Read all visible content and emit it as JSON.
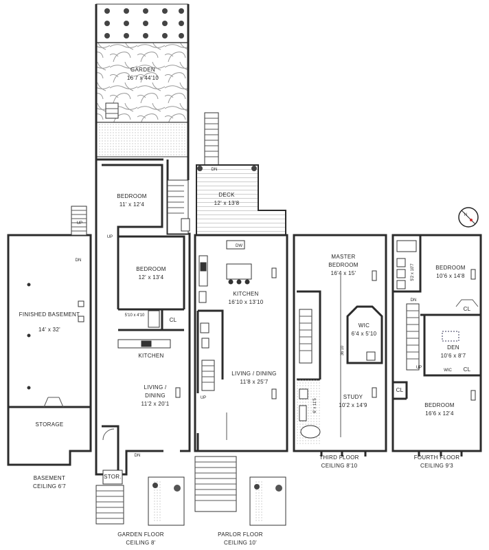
{
  "basement": {
    "finished": {
      "name": "FINISHED BASEMENT",
      "dims": "14' x 32'"
    },
    "storage": "STORAGE",
    "up": "UP",
    "dn": "DN",
    "caption_1": "BASEMENT",
    "caption_2": "CEILING 6'7"
  },
  "garden_floor": {
    "garden": {
      "name": "GARDEN",
      "dims": "16'7 x 44'10"
    },
    "bedroom": {
      "name": "BEDROOM",
      "dims": "11' x 12'4"
    },
    "bedroom2": {
      "name": "BEDROOM",
      "dims": "12' x 13'4"
    },
    "bath_dims": "5'10 x 4'10",
    "closet": "CL",
    "kitchen": "KITCHEN",
    "living": {
      "name_1": "LIVING /",
      "name_2": "DINING",
      "dims": "11'2 x 20'1"
    },
    "stor": "STOR.",
    "up": "UP",
    "dn": "DN",
    "caption_1": "GARDEN FLOOR",
    "caption_2": "CEILING 8'"
  },
  "parlor_floor": {
    "deck": {
      "name": "DECK",
      "dims": "12' x 13'8"
    },
    "kitchen": {
      "name": "KITCHEN",
      "dims": "16'10 x 13'10"
    },
    "living": {
      "name": "LIVING / DINING",
      "dims": "11'8 x 25'7"
    },
    "dw": "DW",
    "dn": "DN",
    "up": "UP",
    "caption_1": "PARLOR FLOOR",
    "caption_2": "CEILING 10'"
  },
  "third_floor": {
    "master": {
      "name_1": "MASTER",
      "name_2": "BEDROOM",
      "dims": "16'4 x 15'"
    },
    "wic": {
      "name": "WIC",
      "dims": "6'4 x 5'10"
    },
    "study": {
      "name": "STUDY",
      "dims": "10'2 x 14'9"
    },
    "bath_dims": "6' x 11'5",
    "total_dims": "36'10",
    "caption_1": "THIRD FLOOR",
    "caption_2": "CEILING 8'10"
  },
  "fourth_floor": {
    "bedroom_a": {
      "name": "BEDROOM",
      "dims": "10'6 x 14'8"
    },
    "bath_dims": "5'2 x 10'7",
    "closet_a": "CL",
    "den": {
      "name": "DEN",
      "dims": "10'6 x 8'7"
    },
    "wic": "WIC",
    "closet_b": "CL",
    "closet_c": "CL",
    "bedroom_b": {
      "name": "BEDROOM",
      "dims": "16'6 x 12'4"
    },
    "dn": "DN",
    "up": "UP",
    "caption_1": "FOURTH FLOOR",
    "caption_2": "CEILING 9'3"
  },
  "compass": {
    "label": "N"
  }
}
